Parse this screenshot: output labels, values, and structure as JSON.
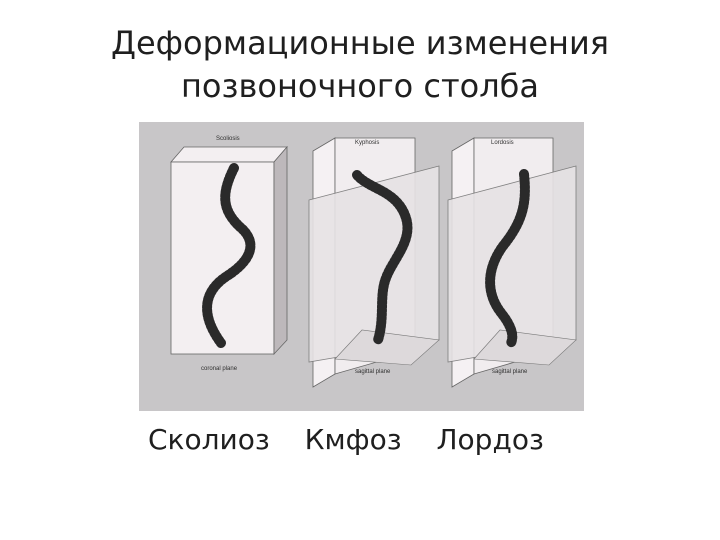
{
  "slide": {
    "title_line1": "Деформационные изменения",
    "title_line2": "позвоночного столба",
    "figure": {
      "background_color": "#c8c6c8",
      "plate_color": "#f3eff1",
      "spine_color": "#2a2a2a",
      "panel_labels": {
        "scoliosis": "Scoliosis",
        "kyphosis": "Kyphosis",
        "lordosis": "Lordosis"
      },
      "plane_labels": {
        "coronal": "coronal plane",
        "sagittal_kyphosis": "sagittal plane",
        "sagittal_lordosis": "sagittal plane"
      }
    },
    "captions": {
      "scoliosis": "Сколиоз",
      "kyphosis": "Кмфоз",
      "lordosis": "Лордоз"
    }
  }
}
